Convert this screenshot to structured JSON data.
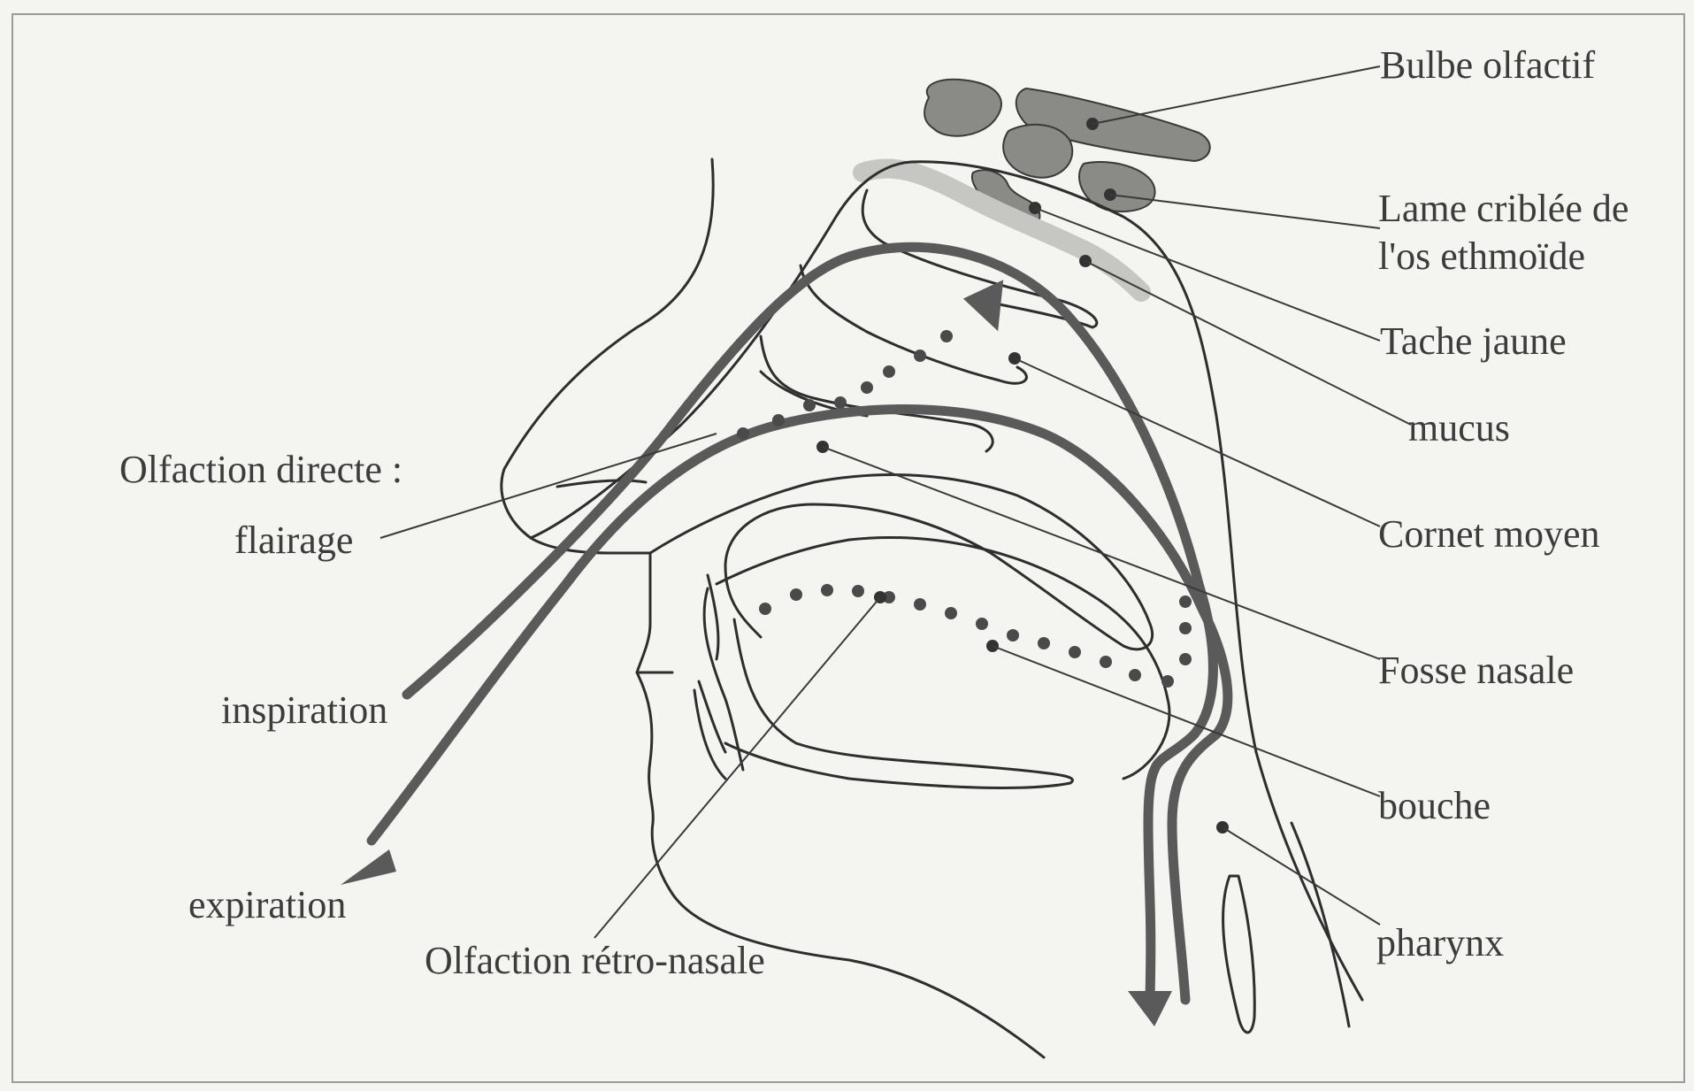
{
  "labels": {
    "bulbe": "Bulbe olfactif",
    "lame_line1": "Lame criblée de",
    "lame_line2": "l'os ethmoïde",
    "tache": "Tache jaune",
    "mucus": "mucus",
    "cornet": "Cornet moyen",
    "fosse": "Fosse nasale",
    "bouche": "bouche",
    "pharynx": "pharynx",
    "olfaction_directe": "Olfaction directe :",
    "flairage": "flairage",
    "inspiration": "inspiration",
    "expiration": "expiration",
    "retro_nasale": "Olfaction rétro-nasale"
  },
  "colors": {
    "background": "#f4f4f0",
    "outline": "#2e2e2e",
    "arrow": "#5a5a5a",
    "dots": "#4a4a4a",
    "bulb_fill": "#8a8a86",
    "mucus_band": "#c6c6c2"
  }
}
